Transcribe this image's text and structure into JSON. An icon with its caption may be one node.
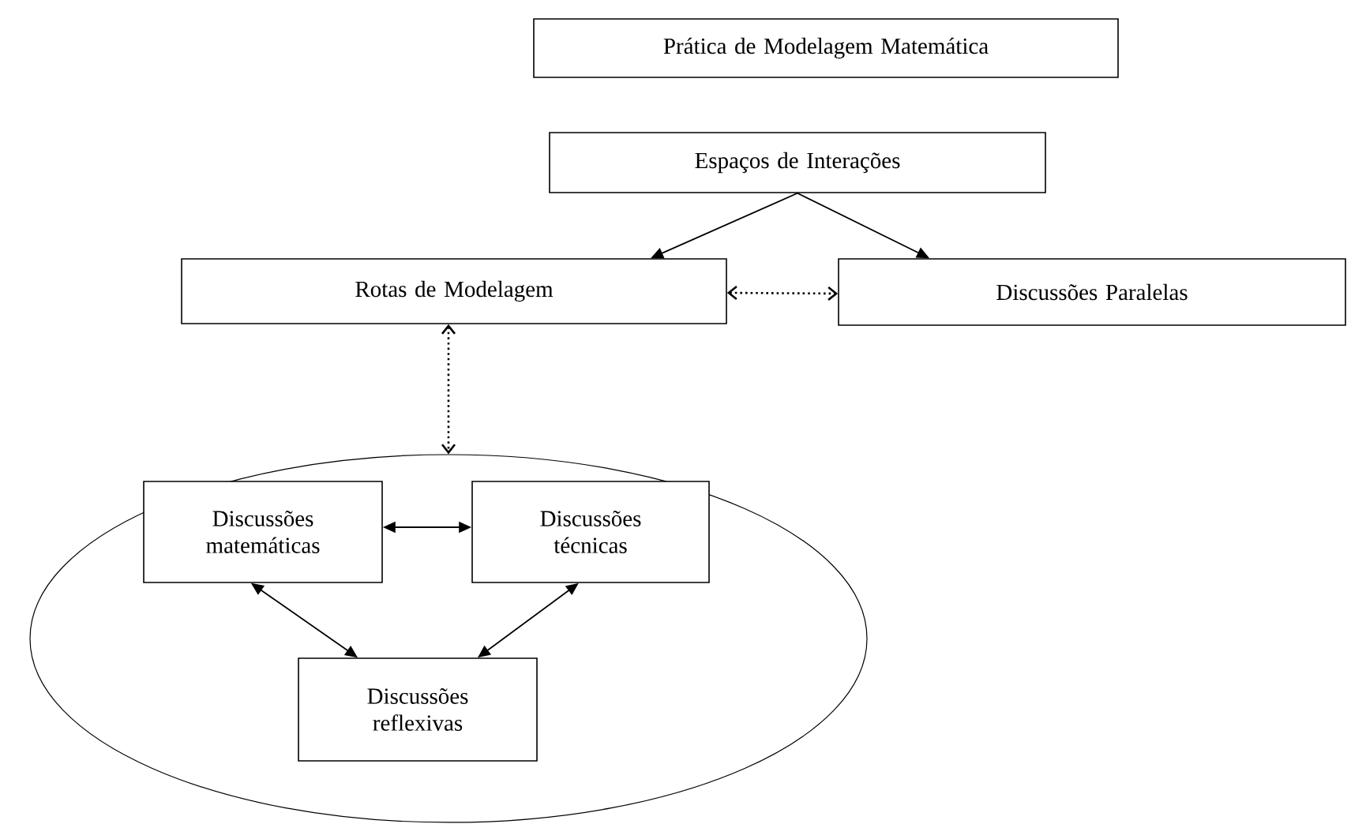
{
  "diagram": {
    "nodes": [
      {
        "text": [
          "Prática de Modelagem Matemática"
        ]
      },
      {
        "text": [
          "Espaços de Interações"
        ]
      },
      {
        "text": [
          "Rotas de Modelagem"
        ]
      },
      {
        "text": [
          "Discussões Paralelas"
        ]
      },
      {
        "text": [],
        "shape": "ellipse"
      },
      {
        "text": [
          "Discussões matemáticas"
        ],
        "in": 4
      },
      {
        "text": [
          "Discussões técnicas"
        ],
        "in": 4
      },
      {
        "text": [
          "Discussões reflexivas"
        ],
        "in": 4
      }
    ],
    "edges": [
      {
        "from": 1,
        "to": 2,
        "arrow": "to"
      },
      {
        "from": 1,
        "to": 3,
        "arrow": "to"
      },
      {
        "from": 2,
        "to": 3,
        "arrow": "both",
        "style": "dashed"
      },
      {
        "from": 2,
        "to": 4,
        "arrow": "both",
        "style": "dashed"
      },
      {
        "from": 5,
        "to": 6,
        "arrow": "both"
      },
      {
        "from": 5,
        "to": 7,
        "arrow": "both"
      },
      {
        "from": 6,
        "to": 7,
        "arrow": "both"
      }
    ]
  }
}
